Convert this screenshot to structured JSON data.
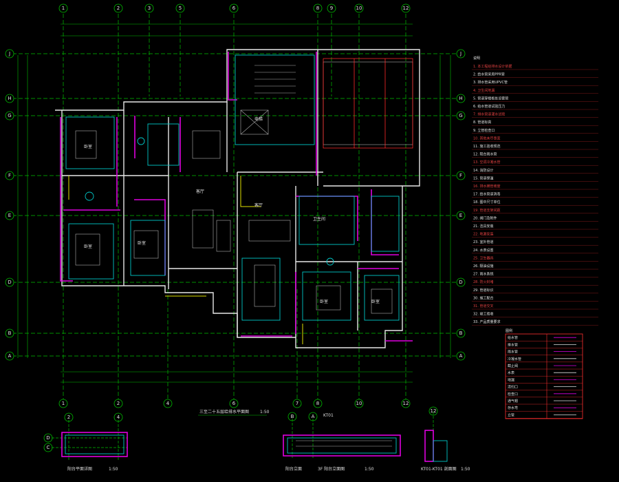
{
  "drawing": {
    "title": "三至二十五层给排水平面图",
    "title_scale": "1:50",
    "detail_left_title": "阳台平面详图",
    "detail_left_scale": "1:50",
    "detail_mid_title_a": "阳台立面",
    "detail_mid_title_b": "3F 阳台立面图",
    "detail_mid_scale": "1:50",
    "detail_mid_tag": "KT01",
    "detail_right_title": "KT01-KT01 剖面图",
    "detail_right_scale": "1:50"
  },
  "axes": {
    "top": [
      "1",
      "2",
      "3",
      "5",
      "6",
      "8",
      "9",
      "10",
      "12"
    ],
    "bottom": [
      "1",
      "2",
      "4",
      "6",
      "7",
      "8",
      "10",
      "12"
    ],
    "left": [
      "J",
      "H",
      "G",
      "F",
      "E",
      "D",
      "B",
      "A"
    ],
    "right": [
      "J",
      "H",
      "G",
      "F",
      "E",
      "D",
      "B",
      "A"
    ],
    "detail_left": [
      "2",
      "4"
    ],
    "detail_left_side": [
      "D",
      "C"
    ],
    "detail_mid": [
      "B",
      "A"
    ],
    "detail_right": [
      "12"
    ]
  },
  "notes": {
    "heading": "说明",
    "lines": [
      "1. 本工程给排水设计依据",
      "2. 给水管采用PPR管",
      "3. 排水管采用UPVC管",
      "4. 卫生间地漏",
      "5. 管道穿楼板处设套管",
      "6. 给水管道试验压力",
      "7. 排水管道灌水试验",
      "8. 管道标高",
      "9. 立管检查口",
      "10. 其他未尽事宜",
      "11. 施工验收规范",
      "12. 阳台雨水管",
      "13. 空调冷凝水管",
      "14. 消防设计",
      "15. 管道保温",
      "16. 排水横管坡度",
      "17. 给水管道消毒",
      "18. 图中尺寸单位",
      "19. 管道支架间距",
      "20. 阀门及附件",
      "21. 洁具安装",
      "22. 地漏安装",
      "23. 室外管道",
      "24. 水表设置",
      "25. 卫生器具",
      "26. 隔油设施",
      "27. 雨水系统",
      "28. 防火封堵",
      "29. 管道标识",
      "30. 施工配合",
      "31. 管道交叉",
      "32. 竣工验收",
      "33. 产品质量要求"
    ]
  },
  "legend": {
    "heading": "图例",
    "rows": [
      "给水管",
      "排水管",
      "雨水管",
      "冷凝水管",
      "截止阀",
      "水表",
      "地漏",
      "清扫口",
      "检查口",
      "通气帽",
      "存水弯",
      "立管"
    ]
  }
}
